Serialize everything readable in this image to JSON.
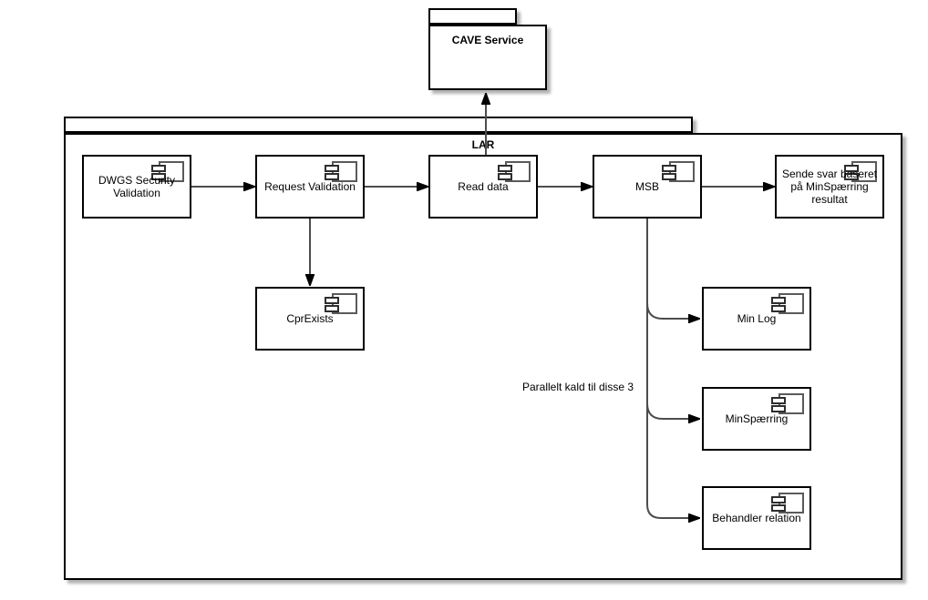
{
  "colors": {
    "background": "#ffffff",
    "node_border": "#000000",
    "edge_line": "#4d4d4d",
    "arrowhead": "#000000",
    "shadow": "#b3b3b3",
    "text": "#000000"
  },
  "packages": {
    "cave": {
      "label": "CAVE Service"
    },
    "lar": {
      "label": "LAR"
    }
  },
  "nodes": {
    "dwgs": {
      "label": "DWGS Security\nValidation"
    },
    "request_validation": {
      "label": "Request Validation"
    },
    "read_data": {
      "label": "Read data"
    },
    "msb": {
      "label": "MSB"
    },
    "sende_svar": {
      "label": "Sende svar baseret\npå MinSpærring\nresultat"
    },
    "cpr_exists": {
      "label": "CprExists"
    },
    "min_log": {
      "label": "Min Log"
    },
    "min_spaerring": {
      "label": "MinSpærring"
    },
    "behandler_relation": {
      "label": "Behandler relation"
    }
  },
  "annotation": {
    "parallel_note": "Parallelt kald til disse 3"
  },
  "edges": [
    {
      "from": "dwgs",
      "to": "request_validation"
    },
    {
      "from": "request_validation",
      "to": "read_data"
    },
    {
      "from": "read_data",
      "to": "msb"
    },
    {
      "from": "msb",
      "to": "sende_svar"
    },
    {
      "from": "request_validation",
      "to": "cpr_exists"
    },
    {
      "from": "read_data",
      "to": "cave"
    },
    {
      "from": "msb",
      "to": "min_log"
    },
    {
      "from": "msb",
      "to": "min_spaerring"
    },
    {
      "from": "msb",
      "to": "behandler_relation"
    }
  ]
}
